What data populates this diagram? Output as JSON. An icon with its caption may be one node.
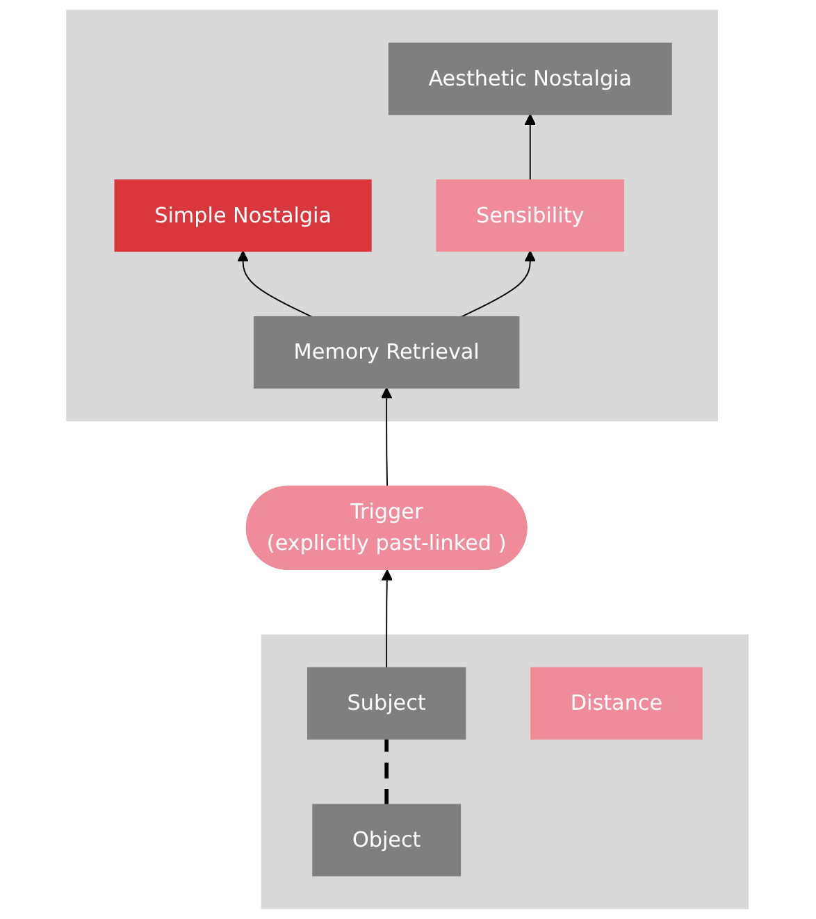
{
  "diagram": {
    "nodes": [
      {
        "text": [],
        "shape": "box"
      },
      {
        "text": [
          "Aesthetic Nostalgia"
        ],
        "in": 0
      },
      {
        "text": [
          "Simple Nostalgia"
        ],
        "in": 0
      },
      {
        "text": [
          "Sensibility"
        ],
        "in": 0
      },
      {
        "text": [
          "Memory Retrieval"
        ],
        "in": 0
      },
      {
        "text": [
          "Trigger",
          "(explicitly past-linked )"
        ]
      },
      {
        "text": [],
        "shape": "box"
      },
      {
        "text": [
          "Object"
        ],
        "in": 6
      },
      {
        "text": [
          "Subject"
        ],
        "in": 6
      },
      {
        "text": [
          "Distance"
        ],
        "in": 6
      }
    ],
    "edges": [
      {
        "from": 4,
        "to": 3,
        "arrow": "to"
      },
      {
        "from": 3,
        "to": 1,
        "arrow": "to"
      },
      {
        "from": 4,
        "to": 2,
        "arrow": "to"
      },
      {
        "from": 5,
        "to": 4,
        "arrow": "to"
      },
      {
        "from": 8,
        "to": 5,
        "arrow": "to"
      },
      {
        "from": 7,
        "to": 8,
        "arrow": "none",
        "style": "dashed"
      }
    ]
  }
}
